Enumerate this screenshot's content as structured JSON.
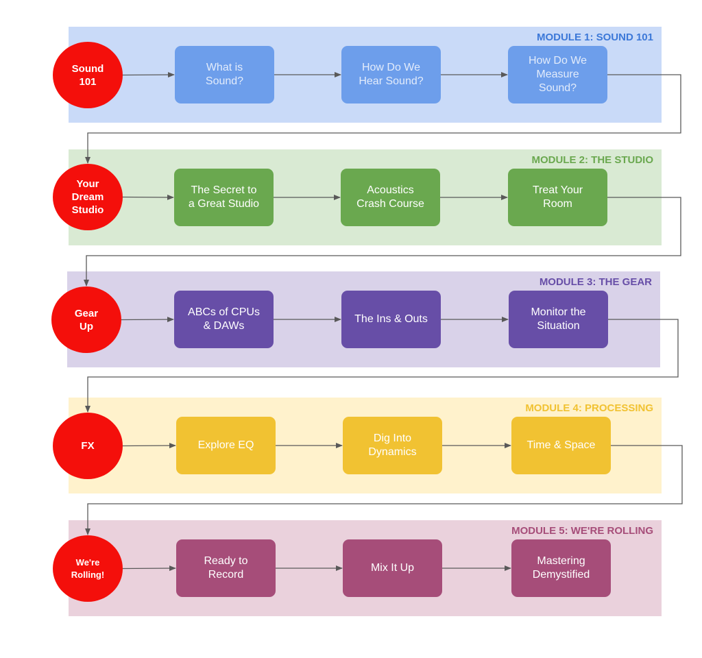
{
  "modules": [
    {
      "title": "MODULE 1: SOUND 101",
      "hub": "Sound\n101",
      "lessons": [
        "What is\nSound?",
        "How Do We\nHear Sound?",
        "How Do We\nMeasure\nSound?"
      ],
      "colors": {
        "band": "#c9daf8",
        "box": "#6d9eeb",
        "title": "#3c78d8"
      }
    },
    {
      "title": "MODULE 2: THE STUDIO",
      "hub": "Your\nDream\nStudio",
      "lessons": [
        "The Secret to\na Great Studio",
        "Acoustics\nCrash Course",
        "Treat Your\nRoom"
      ],
      "colors": {
        "band": "#d9ead3",
        "box": "#6aa84f",
        "title": "#6aa84f"
      }
    },
    {
      "title": "MODULE 3: THE GEAR",
      "hub": "Gear\nUp",
      "lessons": [
        "ABCs of CPUs\n& DAWs",
        "The Ins & Outs",
        "Monitor the\nSituation"
      ],
      "colors": {
        "band": "#d9d2e9",
        "box": "#674ea7",
        "title": "#674ea7"
      }
    },
    {
      "title": "MODULE 4: PROCESSING",
      "hub": "FX",
      "lessons": [
        "Explore EQ",
        "Dig Into\nDynamics",
        "Time & Space"
      ],
      "colors": {
        "band": "#fff2cc",
        "box": "#f1c232",
        "title": "#f1c232"
      }
    },
    {
      "title": "MODULE 5: WE'RE ROLLING",
      "hub": "We're\nRolling!",
      "lessons": [
        "Ready to\nRecord",
        "Mix It Up",
        "Mastering\nDemystified"
      ],
      "colors": {
        "band": "#ead1dc",
        "box": "#a64d79",
        "title": "#a64d79"
      }
    }
  ],
  "colors": {
    "hub": "#f40f0b",
    "connector": "#595959"
  }
}
